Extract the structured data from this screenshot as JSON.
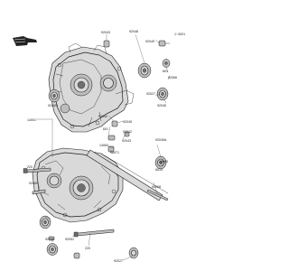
{
  "labels": {
    "l92043": "92043",
    "l92048": "92048",
    "l92049": "92049",
    "l92066": "92066",
    "l601": "601",
    "l92027": "92027",
    "l92045": "92045",
    "l14001": "14001",
    "l92045b": "92045",
    "l92042": "92042",
    "l92045c": "92045",
    "l601b": "601",
    "l92042b": "92042",
    "l92043b": "92043",
    "l92045a": "92045A",
    "l14064": "14064",
    "l92071": "92071",
    "l92045d": "92045",
    "l6014": "6014",
    "l220": "220",
    "l92049b": "92049",
    "l92068": "92068",
    "l92050": "92050",
    "l92051": "92051",
    "l220b": "220",
    "l92027b": "92027"
  },
  "title_code": "1~3001"
}
